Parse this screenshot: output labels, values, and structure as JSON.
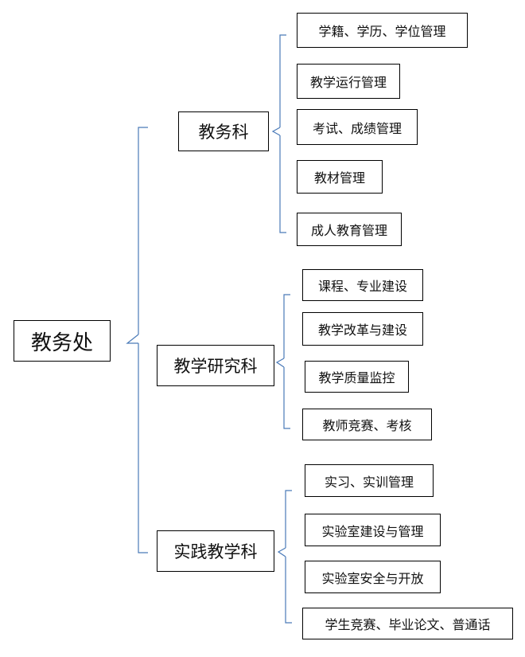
{
  "root": {
    "label": "教务处"
  },
  "departments": [
    {
      "label": "教务科",
      "duties": [
        "学籍、学历、学位管理",
        "教学运行管理",
        "考试、成绩管理",
        "教材管理",
        "成人教育管理"
      ]
    },
    {
      "label": "教学研究科",
      "duties": [
        "课程、专业建设",
        "教学改革与建设",
        "教学质量监控",
        "教师竞赛、考核"
      ]
    },
    {
      "label": "实践教学科",
      "duties": [
        "实习、实训管理",
        "实验室建设与管理",
        "实验室安全与开放",
        "学生竞赛、毕业论文、普通话"
      ]
    }
  ],
  "colors": {
    "brace": "#4a7ab8",
    "box_border": "#000000"
  }
}
